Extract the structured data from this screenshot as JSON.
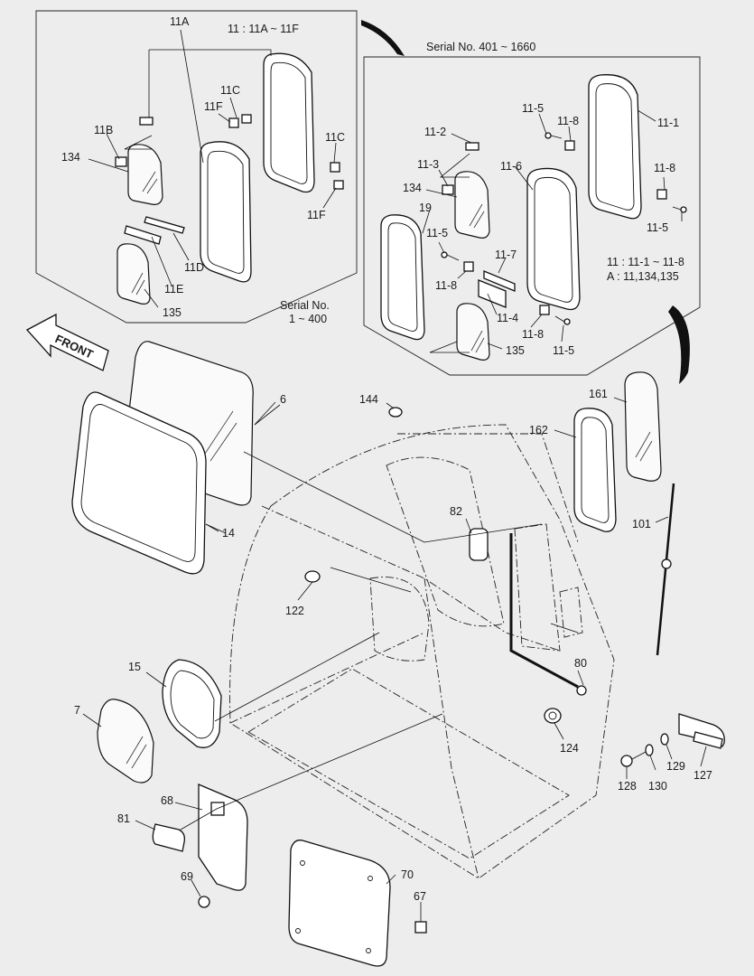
{
  "callouts": {
    "inset_top_left": {
      "header": "11 : 11A ~ 11F",
      "serial_line1": "Serial No.",
      "serial_line2": "1 ~ 400",
      "labels": [
        "11A",
        "11C",
        "11F",
        "11B",
        "134",
        "11C",
        "11F",
        "11D",
        "11E",
        "135"
      ]
    },
    "inset_top_right": {
      "serial": "Serial No. 401 ~ 1660",
      "legend_line1": "11 : 11-1 ~ 11-8",
      "legend_line2": "A : 11,134,135",
      "labels": [
        "11-5",
        "11-8",
        "11-1",
        "11-2",
        "11-3",
        "11-6",
        "134",
        "11-8",
        "11-5",
        "19",
        "11-5",
        "11-7",
        "11-8",
        "11-4",
        "11-8",
        "135",
        "11-5"
      ]
    }
  },
  "front_label": "FRONT",
  "part_labels": {
    "p6": "6",
    "p14": "14",
    "p144": "144",
    "p161": "161",
    "p162": "162",
    "p82": "82",
    "p101": "101",
    "p122": "122",
    "p15": "15",
    "p7": "7",
    "p80": "80",
    "p124": "124",
    "p68": "68",
    "p81": "81",
    "p69": "69",
    "p70": "70",
    "p67": "67",
    "p128": "128",
    "p130": "130",
    "p129": "129",
    "p127": "127"
  },
  "icons": [
    "front-arrow-icon"
  ]
}
